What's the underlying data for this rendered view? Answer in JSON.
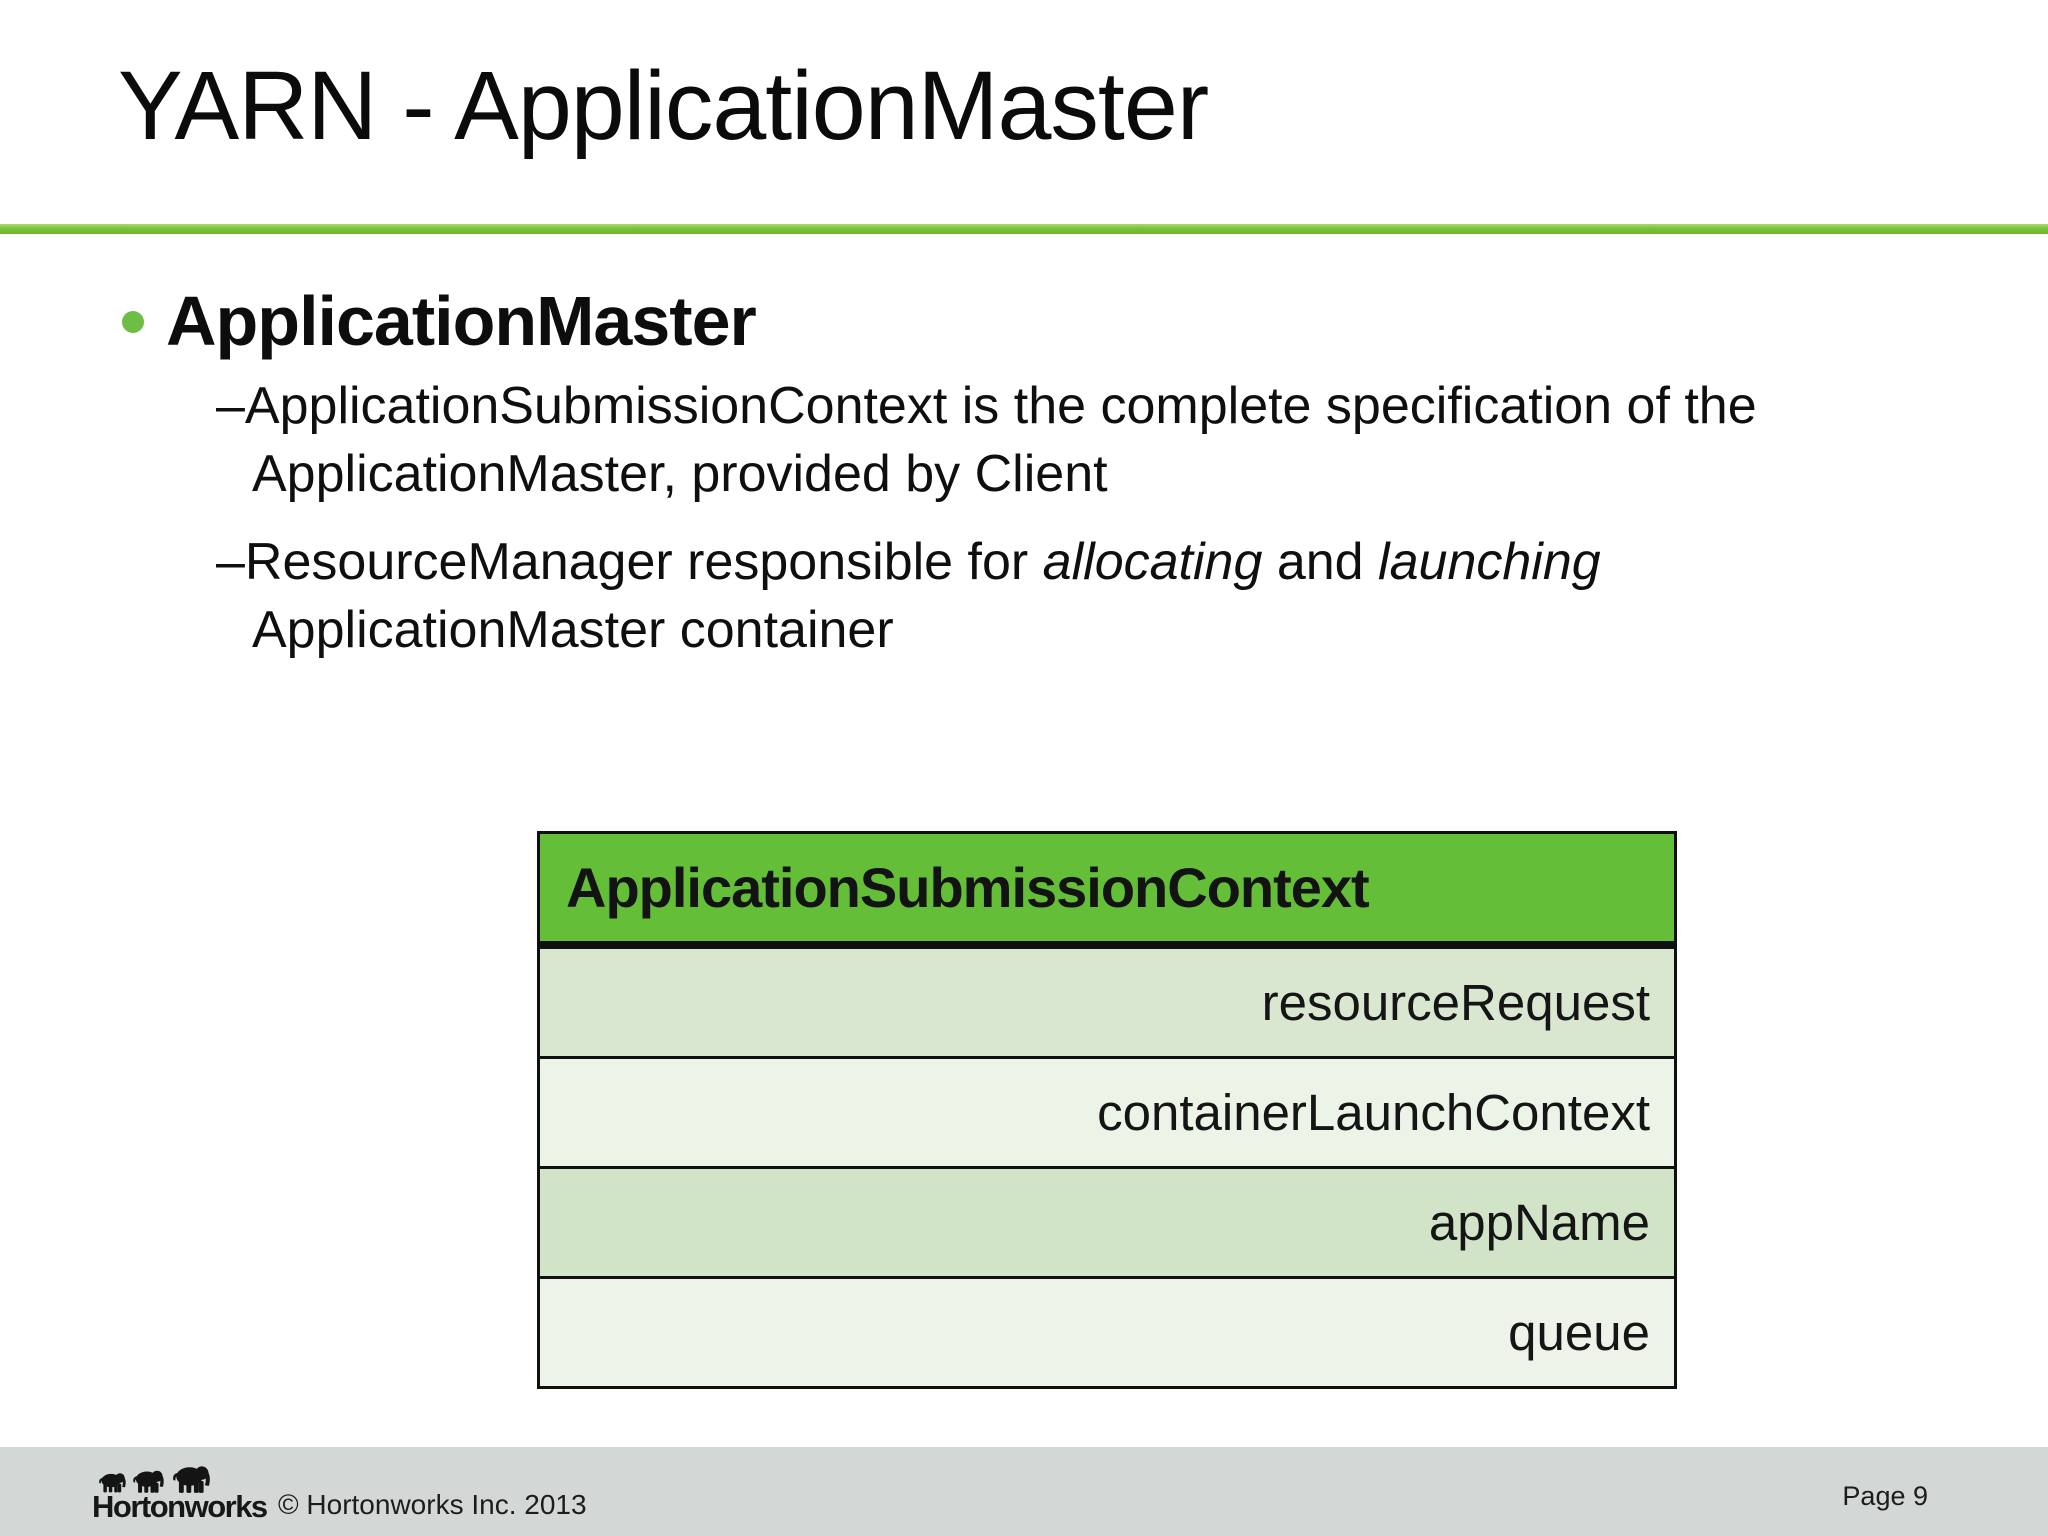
{
  "title": {
    "text": "YARN - ApplicationMaster"
  },
  "colors": {
    "accent_green": "#6CBE45",
    "divider_green": "#7CC13A",
    "table_header_green": "#64BE37",
    "table_row_light": "#ECF3E7",
    "table_row_dark": "#D9E7D1",
    "footer_gray": "#D3D7D6"
  },
  "bullets": {
    "heading": "ApplicationMaster",
    "item1": {
      "dash": "–",
      "line1": "ApplicationSubmissionContext is the complete specification of the",
      "line2": "ApplicationMaster, provided by Client"
    },
    "item2": {
      "dash": "–",
      "pre": "ResourceManager responsible for ",
      "italic1": "allocating",
      "mid": " and ",
      "italic2": "launching",
      "line2": "ApplicationMaster container"
    }
  },
  "uml_table": {
    "header": "ApplicationSubmissionContext",
    "rows": [
      "resourceRequest",
      "containerLaunchContext",
      "appName",
      "queue"
    ]
  },
  "footer": {
    "logo_text": "Hortonworks",
    "copyright": "© Hortonworks Inc. 2013",
    "page_label": "Page 9"
  }
}
